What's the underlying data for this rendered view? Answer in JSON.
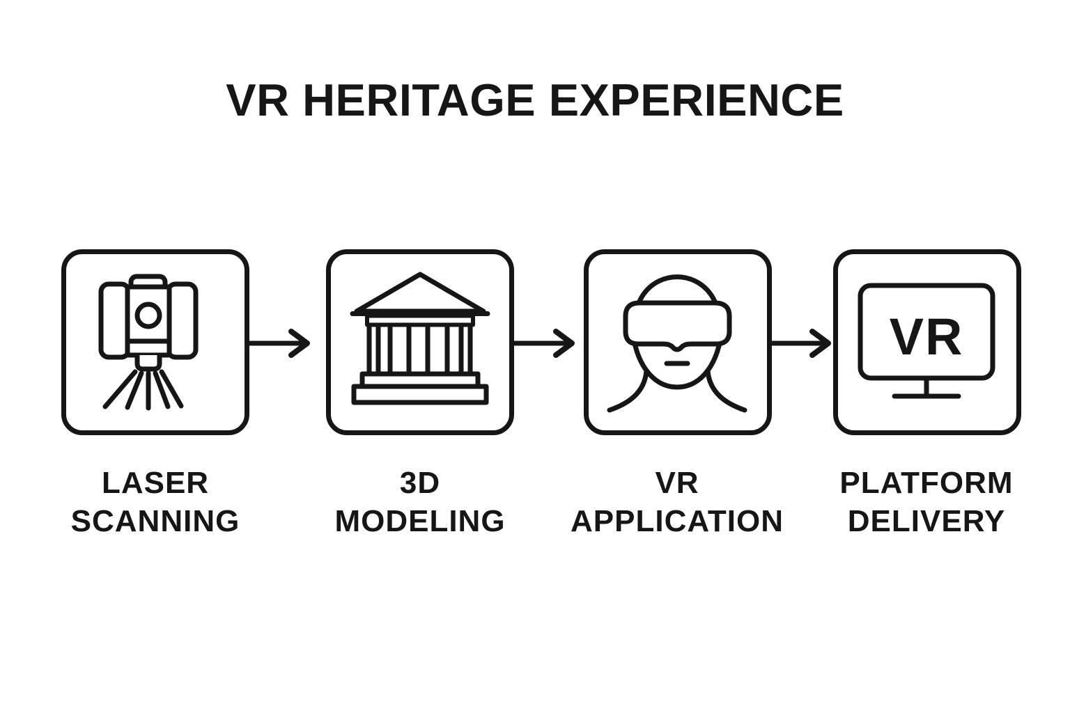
{
  "title": "VR HERITAGE EXPERIENCE",
  "colors": {
    "ink": "#161616",
    "background": "#ffffff"
  },
  "steps": [
    {
      "id": "laser-scanning",
      "icon": "laser-scanner-icon",
      "label_line1": "LASER",
      "label_line2": "SCANNING"
    },
    {
      "id": "3d-modeling",
      "icon": "heritage-building-icon",
      "label_line1": "3D",
      "label_line2": "MODELING"
    },
    {
      "id": "vr-application",
      "icon": "vr-headset-user-icon",
      "label_line1": "VR",
      "label_line2": "APPLICATION"
    },
    {
      "id": "platform-delivery",
      "icon": "vr-monitor-icon",
      "label_line1": "PLATFORM",
      "label_line2": "DELIVERY",
      "screen_text": "VR"
    }
  ],
  "connectors": [
    {
      "type": "arrow-right"
    },
    {
      "type": "arrow-right"
    },
    {
      "type": "arrow-right"
    }
  ]
}
